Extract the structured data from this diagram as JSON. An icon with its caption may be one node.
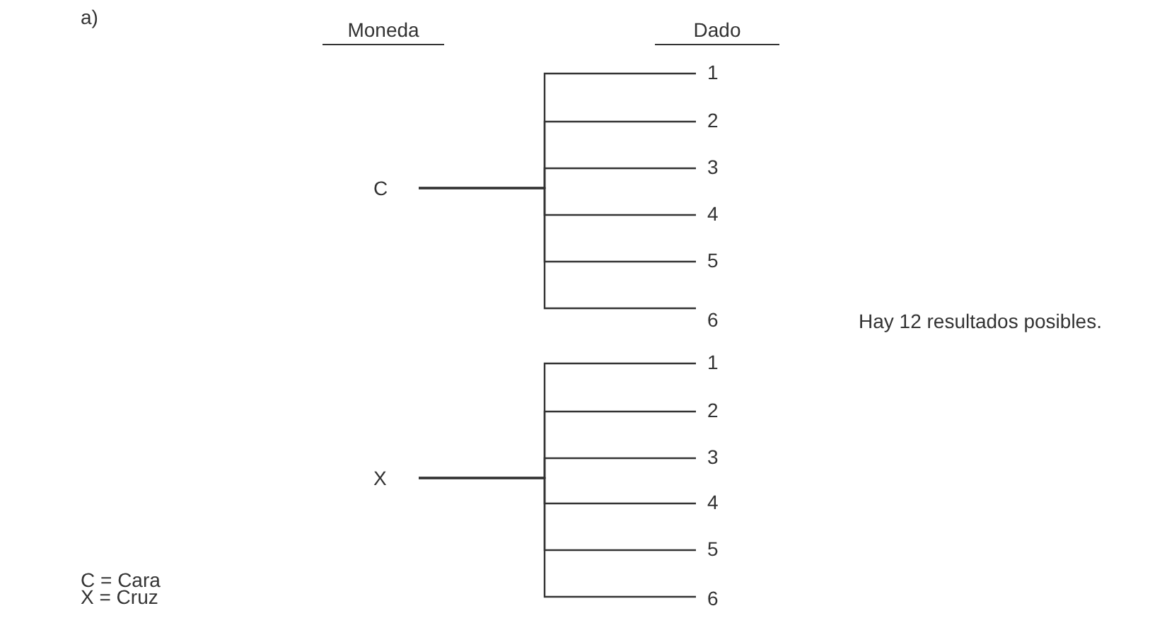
{
  "diagram": {
    "nodes": [
      {
        "text": [
          "C"
        ]
      },
      {
        "text": [
          "1"
        ]
      },
      {
        "text": [
          "2"
        ]
      },
      {
        "text": [
          "3"
        ]
      },
      {
        "text": [
          "4"
        ]
      },
      {
        "text": [
          "5"
        ]
      },
      {
        "text": [
          "6"
        ]
      },
      {
        "text": [
          "X"
        ]
      },
      {
        "text": [
          "1"
        ]
      },
      {
        "text": [
          "2"
        ]
      },
      {
        "text": [
          "3"
        ]
      },
      {
        "text": [
          "4"
        ]
      },
      {
        "text": [
          "5"
        ]
      },
      {
        "text": [
          "6"
        ]
      }
    ],
    "edges": [
      {
        "from": 0,
        "to": 1,
        "arrow": "none"
      },
      {
        "from": 0,
        "to": 2,
        "arrow": "none"
      },
      {
        "from": 0,
        "to": 3,
        "arrow": "none"
      },
      {
        "from": 0,
        "to": 4,
        "arrow": "none"
      },
      {
        "from": 0,
        "to": 5,
        "arrow": "none"
      },
      {
        "from": 0,
        "to": 6,
        "arrow": "none"
      },
      {
        "from": 7,
        "to": 8,
        "arrow": "none"
      },
      {
        "from": 7,
        "to": 9,
        "arrow": "none"
      },
      {
        "from": 7,
        "to": 10,
        "arrow": "none"
      },
      {
        "from": 7,
        "to": 11,
        "arrow": "none"
      },
      {
        "from": 7,
        "to": 12,
        "arrow": "none"
      },
      {
        "from": 7,
        "to": 13,
        "arrow": "none"
      }
    ],
    "labels": [
      "a)",
      "Moneda",
      "Dado",
      "Hay 12 resultados posibles.",
      "C = Cara",
      "X = Cruz"
    ]
  }
}
